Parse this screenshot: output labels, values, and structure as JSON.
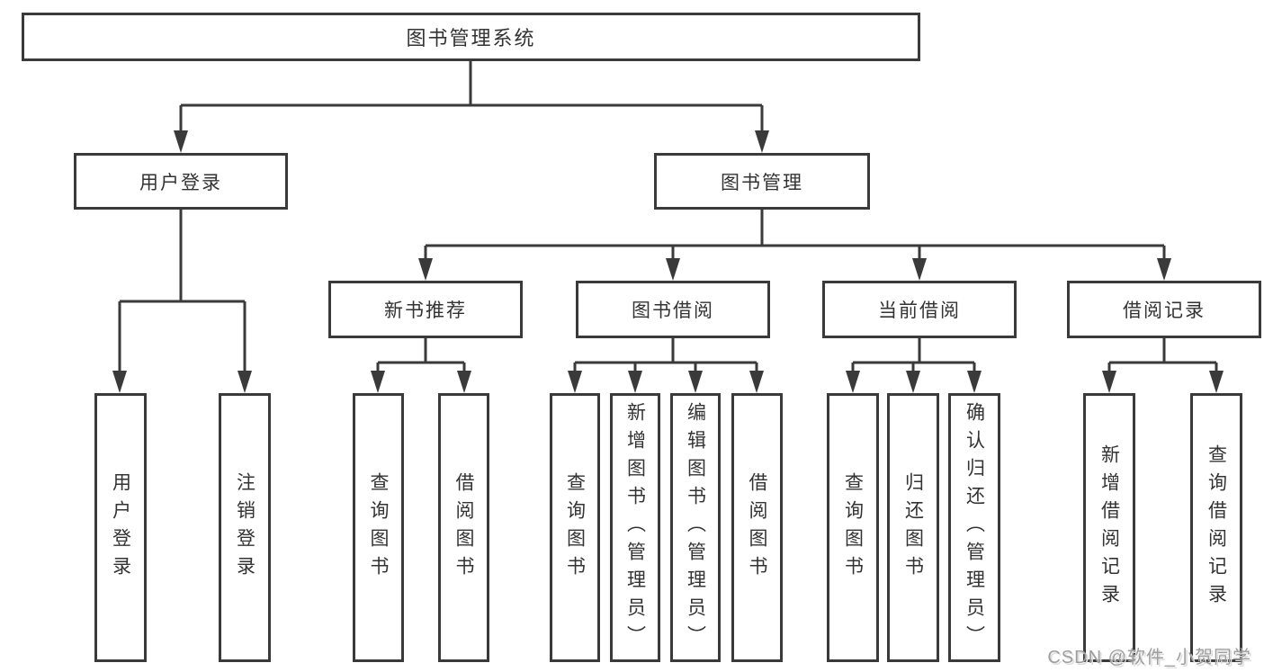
{
  "colors": {
    "line": "#3a3a3a",
    "text": "#333333",
    "box_bg": "#ffffff",
    "bg": "#ffffff",
    "watermark": "#9e9e9e"
  },
  "tree": {
    "root": {
      "label": "图书管理系统"
    },
    "level1": [
      {
        "label": "用户登录",
        "leaves": [
          "用户登录",
          "注销登录"
        ]
      },
      {
        "label": "图书管理",
        "children": [
          {
            "label": "新书推荐",
            "leaves": [
              "查询图书",
              "借阅图书"
            ]
          },
          {
            "label": "图书借阅",
            "leaves": [
              "查询图书",
              "新增图书（管理员）",
              "编辑图书（管理员）",
              "借阅图书"
            ]
          },
          {
            "label": "当前借阅",
            "leaves": [
              "查询图书",
              "归还图书",
              "确认归还（管理员）"
            ]
          },
          {
            "label": "借阅记录",
            "leaves": [
              "新增借阅记录",
              "查询借阅记录"
            ]
          }
        ]
      }
    ]
  },
  "watermark": {
    "text": "CSDN @软件_小贺同学"
  }
}
